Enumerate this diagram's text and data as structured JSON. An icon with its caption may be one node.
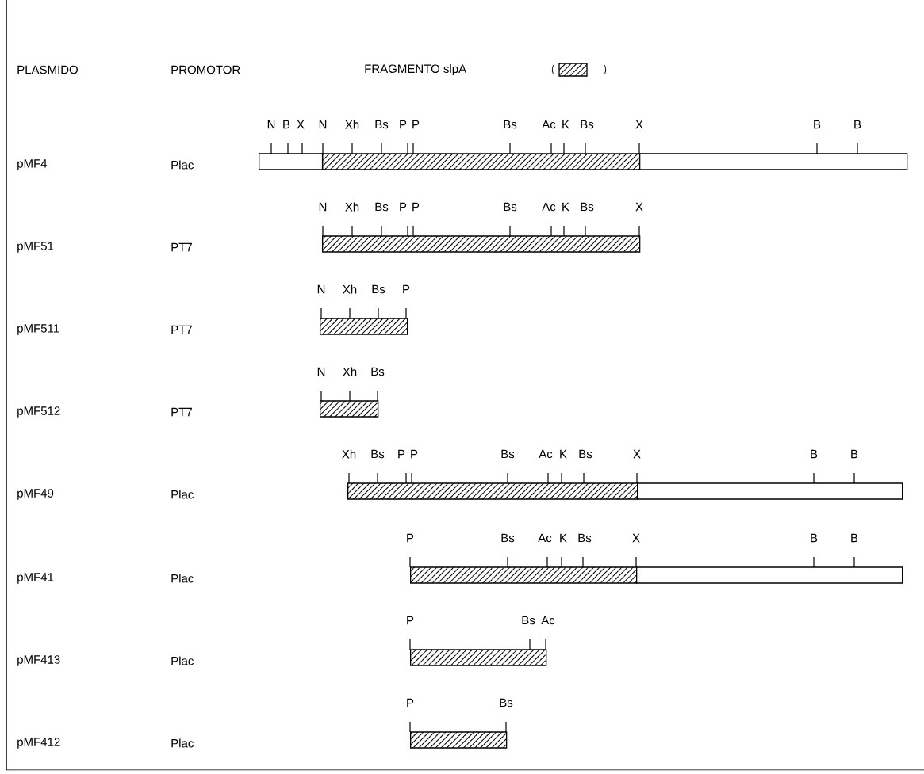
{
  "diagram": {
    "nodes": [
      {
        "text": [],
        "shape": "bar",
        "beside": [
          "N",
          "B",
          "X"
        ]
      },
      {
        "text": [],
        "shape": "bar",
        "beside": [
          "N",
          "Xh",
          "Bs",
          "P",
          "P",
          "Bs",
          "Ac",
          "K",
          "Bs",
          "X"
        ]
      },
      {
        "text": [],
        "shape": "bar",
        "beside": [
          "B",
          "B"
        ]
      },
      {
        "text": [],
        "shape": "bar",
        "beside": [
          "N",
          "Xh",
          "Bs",
          "P",
          "P",
          "Bs",
          "Ac",
          "K",
          "Bs",
          "X"
        ]
      },
      {
        "text": [],
        "shape": "bar",
        "beside": [
          "N",
          "Xh",
          "Bs",
          "P"
        ]
      },
      {
        "text": [],
        "shape": "bar",
        "beside": [
          "N",
          "Xh",
          "Bs"
        ]
      },
      {
        "text": [],
        "shape": "bar",
        "beside": [
          "Xh",
          "Bs",
          "P",
          "P",
          "Bs",
          "Ac",
          "K",
          "Bs",
          "X"
        ]
      },
      {
        "text": [],
        "shape": "bar",
        "beside": [
          "B",
          "B"
        ]
      },
      {
        "text": [],
        "shape": "bar",
        "beside": [
          "P",
          "Bs",
          "Ac",
          "K",
          "Bs",
          "X"
        ]
      },
      {
        "text": [],
        "shape": "bar",
        "beside": [
          "B",
          "B"
        ]
      },
      {
        "text": [],
        "shape": "bar",
        "beside": [
          "P",
          "Bs",
          "Ac"
        ]
      },
      {
        "text": [],
        "shape": "bar",
        "beside": [
          "P",
          "Bs"
        ]
      }
    ],
    "labels": [
      "PLASMIDO",
      "PROMOTOR",
      "pMF4",
      "Plac",
      "pMF51",
      "PT7",
      "pMF511",
      "PT7",
      "pMF512",
      "PT7",
      "pMF49",
      "Plac",
      "pMF41",
      "Plac",
      "pMF413",
      "Plac",
      "pMF412",
      "Plac"
    ],
    "legend": [
      {
        "text": "FRAGMENTO slpA"
      }
    ]
  }
}
